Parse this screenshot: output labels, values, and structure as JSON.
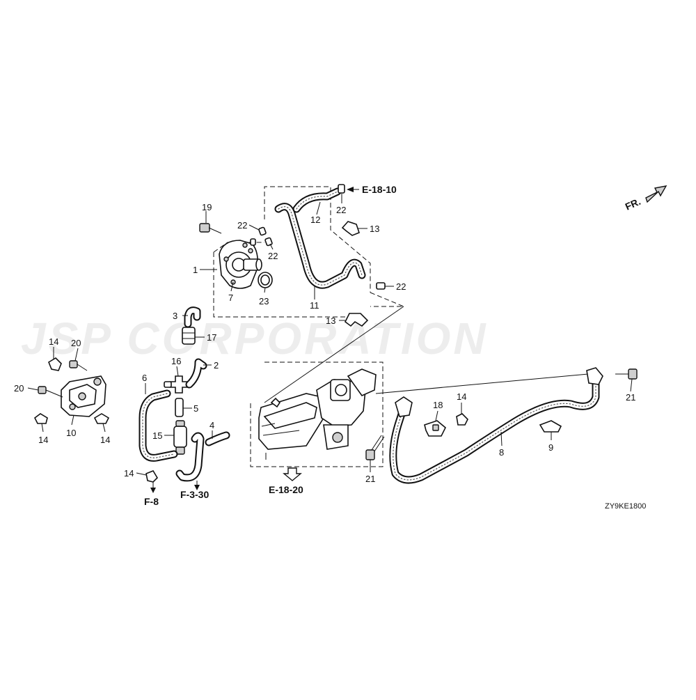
{
  "watermark": "JSP CORPORATION",
  "direction_label": "FR.",
  "diagram_code": "ZY9KE1800",
  "references": {
    "e_18_10": "E-18-10",
    "e_18_20": "E-18-20",
    "f_8": "F-8",
    "f_3_30": "F-3-30"
  },
  "callouts": {
    "c1": "1",
    "c2": "2",
    "c3": "3",
    "c4": "4",
    "c5": "5",
    "c6": "6",
    "c7": "7",
    "c8": "8",
    "c9": "9",
    "c10": "10",
    "c11": "11",
    "c12": "12",
    "c13a": "13",
    "c13b": "13",
    "c14a": "14",
    "c14b": "14",
    "c14c": "14",
    "c14d": "14",
    "c14e": "14",
    "c15": "15",
    "c16": "16",
    "c17": "17",
    "c18": "18",
    "c19": "19",
    "c20a": "20",
    "c20b": "20",
    "c21a": "21",
    "c21b": "21",
    "c22a": "22",
    "c22b": "22",
    "c22c": "22",
    "c22d": "22",
    "c23": "23"
  },
  "icons": {
    "direction": "arrow-right-icon",
    "reference": "arrow-left-icon",
    "reference_down": "arrow-down-icon"
  }
}
